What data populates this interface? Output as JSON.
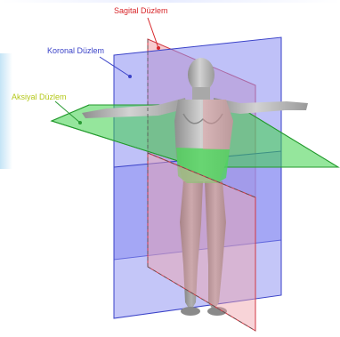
{
  "labels": {
    "sagittal": "Sagital Düzlem",
    "coronal": "Koronal Düzlem",
    "axial": "Aksiyal Düzlem"
  },
  "colors": {
    "sagittal": "#d8262a",
    "coronal": "#3a42c8",
    "axial": "#b4c81a",
    "sagittal_plane_fill": "#f09aa2",
    "coronal_plane_fill": "#8c8cf0",
    "axial_plane_fill": "#3ed24a",
    "figure_skin": "#b9b9b9"
  }
}
